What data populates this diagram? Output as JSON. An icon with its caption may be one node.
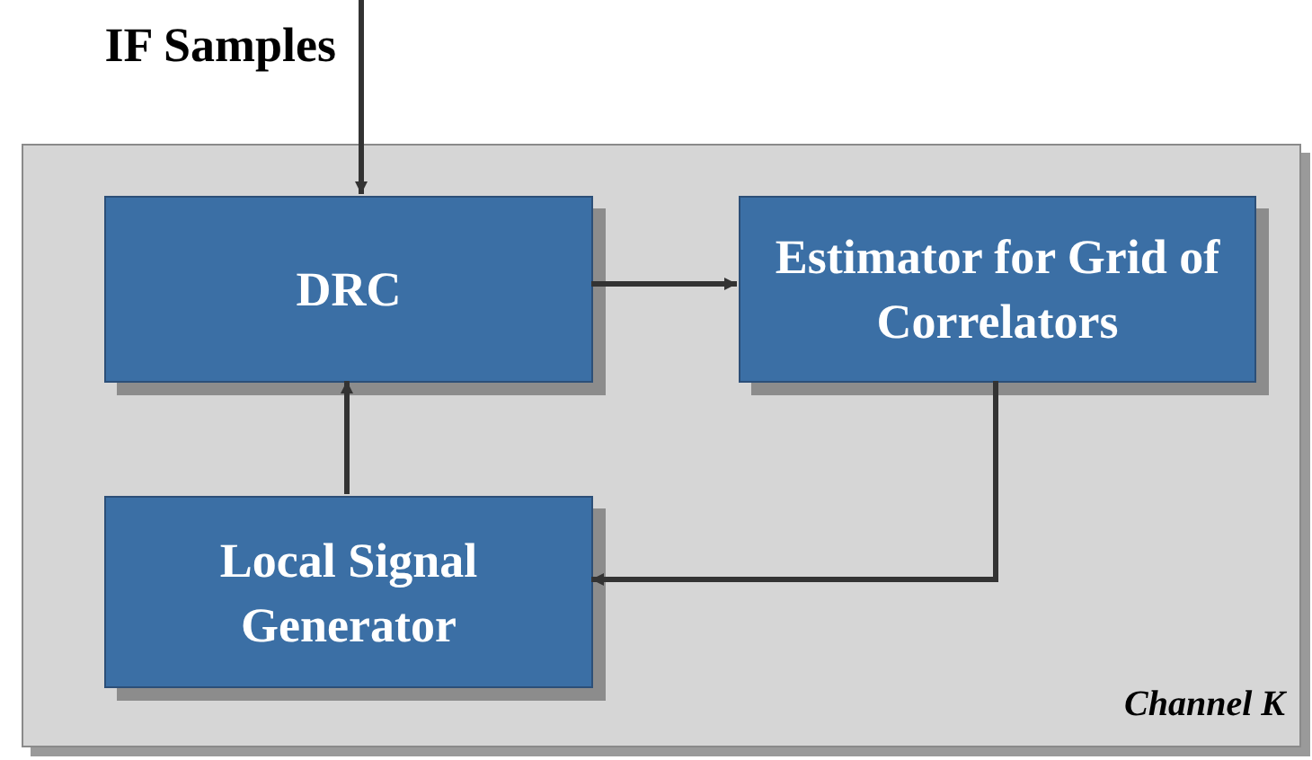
{
  "diagram": {
    "nodes": [
      {
        "text": [
          "Channel K"
        ]
      },
      {
        "text": [
          "DRC"
        ],
        "in": 0
      },
      {
        "text": [
          "Estimator for Grid of Correlators"
        ],
        "in": 0
      },
      {
        "text": [
          "Local Signal Generator"
        ],
        "in": 0
      }
    ],
    "edges": [
      {
        "from": null,
        "to": 1,
        "arrow": "to",
        "label": "IF Samples"
      },
      {
        "from": 1,
        "to": 2,
        "arrow": "to"
      },
      {
        "from": 2,
        "to": 3,
        "arrow": "to"
      },
      {
        "from": 3,
        "to": 1,
        "arrow": "to"
      }
    ]
  }
}
